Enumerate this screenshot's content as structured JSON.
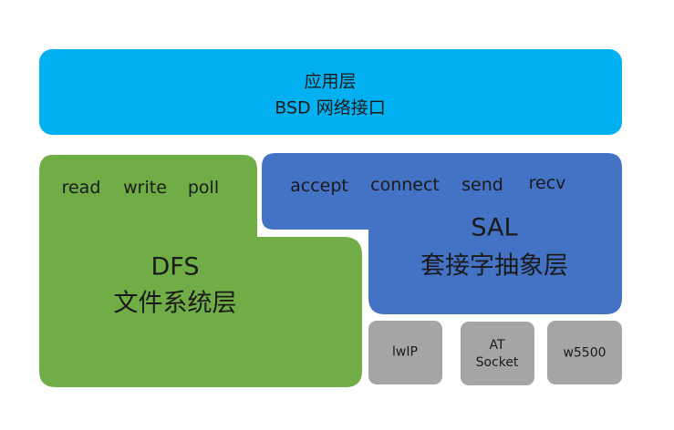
{
  "colors": {
    "app_layer": "#00b0f0",
    "dfs": "#70ad47",
    "sal": "#4472c4",
    "backend": "#a5a5a5"
  },
  "app_layer": {
    "title": "应用层",
    "subtitle": "BSD 网络接口"
  },
  "dfs": {
    "apis": [
      "read",
      "write",
      "poll"
    ],
    "title": "DFS",
    "subtitle": "文件系统层"
  },
  "sal": {
    "apis": [
      "accept",
      "connect",
      "send",
      "recv"
    ],
    "title": "SAL",
    "subtitle": "套接字抽象层"
  },
  "backends": [
    {
      "line1": "lwIP",
      "line2": ""
    },
    {
      "line1": "AT",
      "line2": "Socket"
    },
    {
      "line1": "w5500",
      "line2": ""
    }
  ]
}
